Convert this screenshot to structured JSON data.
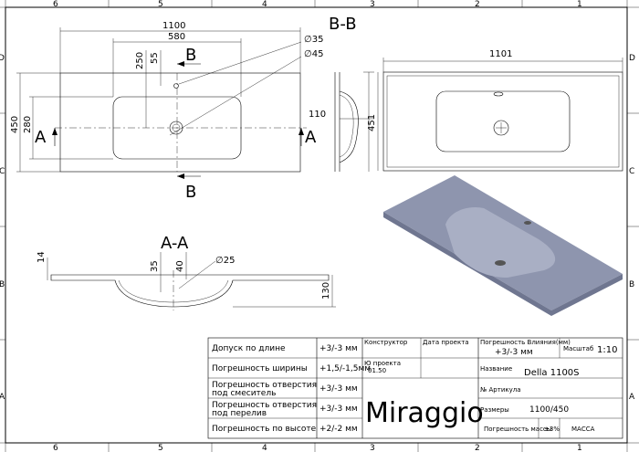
{
  "grid": {
    "top": [
      "6",
      "5",
      "4",
      "3",
      "2",
      "1"
    ],
    "bottom": [
      "6",
      "5",
      "4",
      "3",
      "2",
      "1"
    ],
    "left": [
      "D",
      "C",
      "B",
      "A"
    ],
    "right": [
      "D",
      "C",
      "B",
      "A"
    ]
  },
  "top_view": {
    "dim_width": "1100",
    "dim_bowl": "580",
    "dim_250": "250",
    "dim_55": "55",
    "dim_450": "450",
    "dim_280": "280",
    "dia_35": "∅35",
    "dia_45": "∅45",
    "section_b_top": "B",
    "section_b_bottom": "B",
    "section_a_left": "A",
    "section_a_right": "A"
  },
  "side_section": {
    "title": "B-B",
    "dim_110": "110"
  },
  "right_view": {
    "dim_1101": "1101",
    "dim_451": "451"
  },
  "section_aa": {
    "title": "A-A",
    "dim_14": "14",
    "dim_35": "35",
    "dim_40": "40",
    "dia_25": "∅25",
    "dim_130": "130"
  },
  "title_block": {
    "rows": [
      {
        "label": "Допуск по длине",
        "value": "+3/-3 мм"
      },
      {
        "label": "Погрешность ширины",
        "value": "+1,5/-1,5мм"
      },
      {
        "label": "Погрешность отверстия под смеситель",
        "value": "+3/-3 мм"
      },
      {
        "label": "Погрешность отверстия под перелив",
        "value": "+3/-3 мм"
      },
      {
        "label": "Погрешность по высоте",
        "value": "+2/-2 мм"
      }
    ],
    "constructor_label": "Конструктор",
    "project_date_label": "Дата проекта",
    "project_id_label": "Ю проекта",
    "project_id_value": "01.50",
    "brand": "Miraggio",
    "flatness_label": "Погрешность Влияния(мм)",
    "flatness_value": "+3/-3 мм",
    "scale_label": "Масштаб",
    "scale_value": "1:10",
    "name_label": "Название",
    "name_value": "Della 1100S",
    "article_label": "№ Артикула",
    "size_label": "Размеры",
    "size_value": "1100/450",
    "mass_tol_label": "Погрешность массы",
    "mass_tol_value": "±3%",
    "mass_label": "МАССА"
  },
  "colors": {
    "render_top": "#8e95ae",
    "render_bowl": "#a9afc4",
    "render_edge": "#6f7690"
  }
}
